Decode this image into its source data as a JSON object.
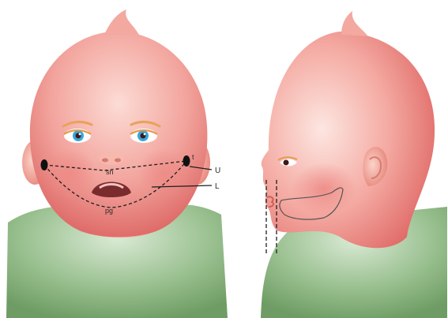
{
  "labels": {
    "tragus": "t",
    "subnasale": "sn",
    "pogonion": "pg",
    "upper_line": "U",
    "lower_line": "L"
  },
  "colors": {
    "skin_light": "#fde6e2",
    "skin_mid": "#f5aaa3",
    "skin_dark": "#e56c6a",
    "shirt_light": "#cfe4c9",
    "shirt_dark": "#6e9c64",
    "iris": "#3aa6d9",
    "pupil": "#3a1a1a",
    "eyelash": "#e89a4a",
    "mouth": "#7a2b2e",
    "line": "#1e1e1e"
  }
}
